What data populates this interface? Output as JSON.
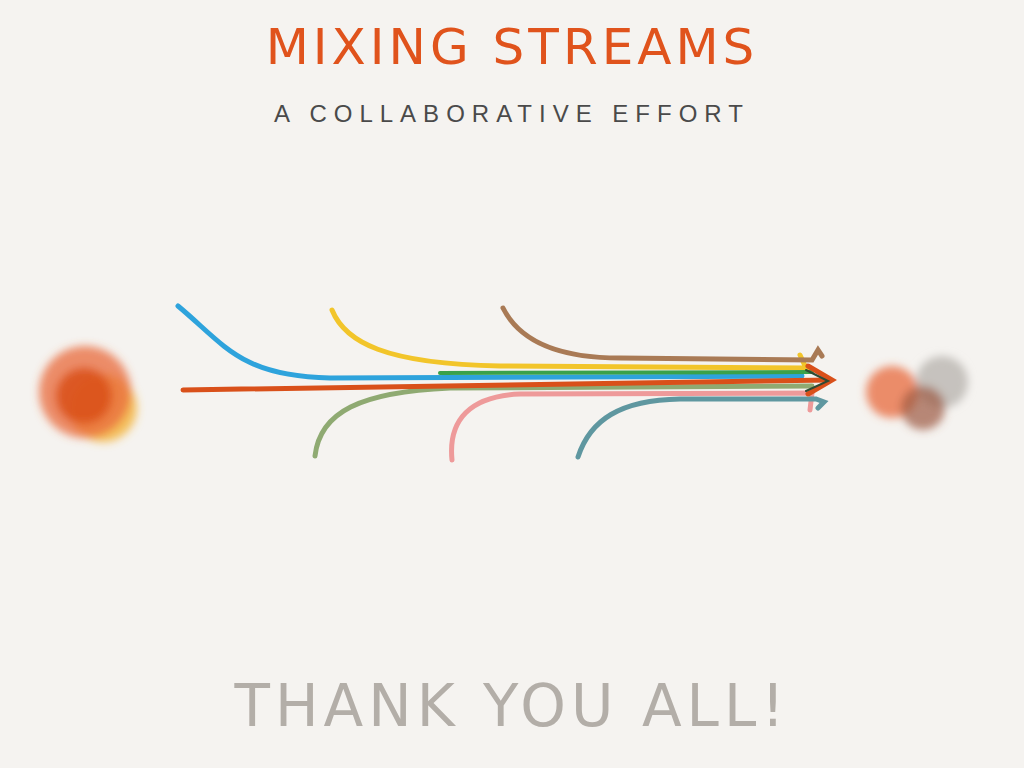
{
  "diagram": {
    "title": "MIXING STREAMS",
    "labels": [
      "A COLLABORATIVE EFFORT",
      "THANK YOU ALL!"
    ]
  }
}
